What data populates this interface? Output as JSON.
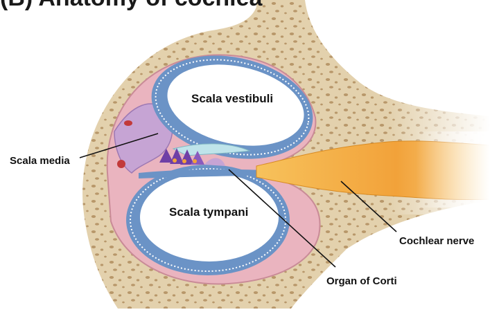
{
  "figure": {
    "title": "(B) Anatomy of cochlea"
  },
  "labels": {
    "scala_vestibuli": "Scala vestibuli",
    "scala_media": "Scala media",
    "scala_tympani": "Scala tympani",
    "organ_of_corti": "Organ of Corti",
    "cochlear_nerve": "Cochlear nerve"
  },
  "colors": {
    "bone": "#e3d1ad",
    "bone_pores": "#b08d5e",
    "duct_wall": "#6b93c6",
    "membrane_dots": "#ffffff",
    "stria_pink": "#eab4bf",
    "endolymph_purple": "#c6a4d4",
    "nerve_orange": "#f2a23a",
    "hair_cells": "#6f3fa6",
    "tectorial": "#bfe4ea"
  }
}
